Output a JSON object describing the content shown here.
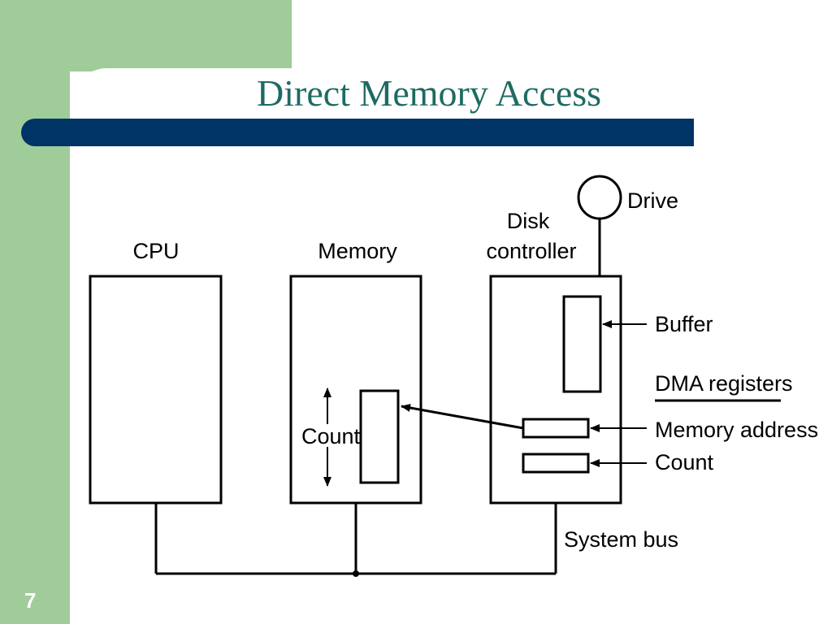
{
  "slide": {
    "title": "Direct Memory Access",
    "number": "7"
  },
  "diagram": {
    "cpu_label": "CPU",
    "memory_label": "Memory",
    "disk_label_line1": "Disk",
    "disk_label_line2": "controller",
    "drive_label": "Drive",
    "buffer_label": "Buffer",
    "dma_registers_label": "DMA registers",
    "memory_address_label": "Memory address",
    "count_register_label": "Count",
    "memory_count_label": "Count",
    "system_bus_label": "System bus"
  },
  "colors": {
    "green_band": "#a0cc9a",
    "title_text": "#1d6b63",
    "title_bar": "#003366"
  }
}
